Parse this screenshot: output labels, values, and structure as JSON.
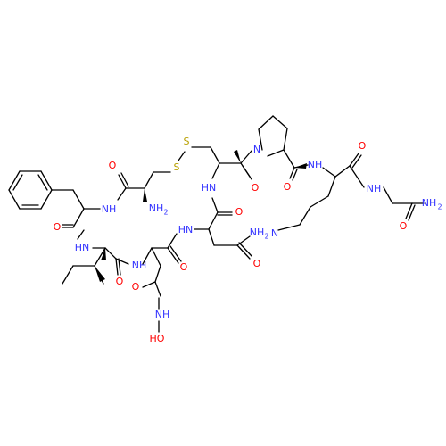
{
  "colors": {
    "background": "#ffffff",
    "bond": "#000000",
    "oxygen": "#ff0000",
    "nitrogen": "#3333ff",
    "sulfur": "#b8a000",
    "carbon": "#000000"
  },
  "labels": {
    "o_cys_c1": "O",
    "nh2_cys": "NH",
    "nh2_cys_sub": "2",
    "s1": "S",
    "s2": "S",
    "hn_cys2": "HN",
    "o_cys2": "O",
    "n_pro": "N",
    "o_pro": "O",
    "nh_lys": "NH",
    "o_lys": "O",
    "nh_gly": "NH",
    "nh2_gly": "NH",
    "nh2_gly_sub": "2",
    "o_gly": "O",
    "nh_phe": "NH",
    "o_phe": "O",
    "hn_ile": "HN",
    "o_ile": "O",
    "nh_asp": "NH",
    "o_asp": "O",
    "hn_asn": "HN",
    "o_asn": "O",
    "nh2_asn": "NH",
    "nh2_asn_sub": "2",
    "o_asn2": "O",
    "n_lys_ring": "N",
    "o_hydrox": "O",
    "nh_hydrox": "NH",
    "oh": "HO"
  }
}
